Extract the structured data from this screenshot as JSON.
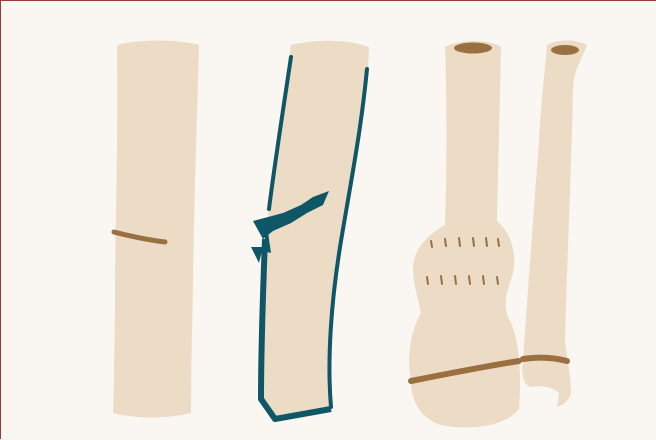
{
  "figure": {
    "panels": [
      {
        "id": "transverse-fracture"
      },
      {
        "id": "comminuted-oblique-fracture"
      },
      {
        "id": "paired-bone-fracture"
      }
    ],
    "colors": {
      "background": "#faf6f2",
      "border": "#9b3a3a",
      "bone": "#ecdcc6",
      "fracture_line": "#9a7040",
      "outline": "#0f5766",
      "marrow": "#9a7040"
    }
  }
}
